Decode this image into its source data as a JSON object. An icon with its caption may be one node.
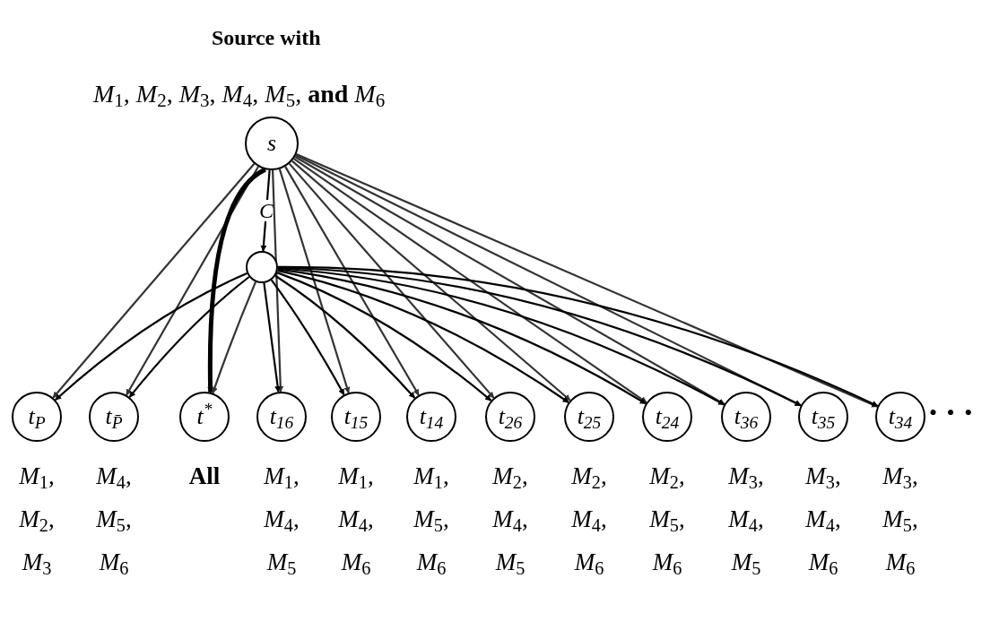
{
  "diagram": {
    "title": "Source with",
    "nodes": [
      {
        "text": [
          "s"
        ]
      },
      {
        "text": [],
        "shape": "circle"
      },
      {
        "text": [
          "t$_{P}$"
        ],
        "beside": [
          "*M*$_{1}$, *M*$_{2}$, *M*$_{3}$"
        ]
      },
      {
        "text": [
          "t$_{P̄}$"
        ],
        "beside": [
          "*M*$_{4}$, *M*$_{5}$, *M*$_{6}$"
        ]
      },
      {
        "text": [
          "t$^{*}$"
        ],
        "beside": [
          "**All**"
        ]
      },
      {
        "text": [
          "t$_{16}$"
        ],
        "beside": [
          "*M*$_{1}$, *M*$_{4}$, *M*$_{5}$"
        ]
      },
      {
        "text": [
          "t$_{15}$"
        ],
        "beside": [
          "*M*$_{1}$, *M*$_{4}$, *M*$_{6}$"
        ]
      },
      {
        "text": [
          "t$_{14}$"
        ],
        "beside": [
          "*M*$_{1}$, *M*$_{5}$, *M*$_{6}$"
        ]
      },
      {
        "text": [
          "t$_{26}$"
        ],
        "beside": [
          "*M*$_{2}$, *M*$_{4}$, *M*$_{5}$"
        ]
      },
      {
        "text": [
          "t$_{25}$"
        ],
        "beside": [
          "*M*$_{2}$, *M*$_{4}$, *M*$_{6}$"
        ]
      },
      {
        "text": [
          "t$_{24}$"
        ],
        "beside": [
          "*M*$_{2}$, *M*$_{5}$, *M*$_{6}$"
        ]
      },
      {
        "text": [
          "t$_{36}$"
        ],
        "beside": [
          "*M*$_{3}$, *M*$_{4}$, *M*$_{5}$"
        ]
      },
      {
        "text": [
          "t$_{35}$"
        ],
        "beside": [
          "*M*$_{3}$, *M*$_{4}$, *M*$_{6}$"
        ]
      },
      {
        "text": [
          "t$_{34}$"
        ],
        "beside": [
          "*M*$_{3}$, *M*$_{5}$, *M*$_{6}$"
        ]
      }
    ],
    "edges": [
      {
        "from": 0,
        "to": 1,
        "arrow": "to",
        "label": "C"
      },
      {
        "from": 0,
        "to": 2,
        "arrow": "to",
        "color": "#333333"
      },
      {
        "from": 0,
        "to": 3,
        "arrow": "to",
        "color": "#333333"
      },
      {
        "from": 0,
        "to": 4,
        "arrow": "to",
        "style": "thick"
      },
      {
        "from": 0,
        "to": 5,
        "arrow": "to",
        "color": "#333333"
      },
      {
        "from": 0,
        "to": 6,
        "arrow": "to",
        "color": "#333333"
      },
      {
        "from": 0,
        "to": 7,
        "arrow": "to",
        "color": "#333333"
      },
      {
        "from": 0,
        "to": 8,
        "arrow": "to",
        "color": "#333333"
      },
      {
        "from": 0,
        "to": 9,
        "arrow": "to",
        "color": "#333333"
      },
      {
        "from": 0,
        "to": 10,
        "arrow": "to",
        "color": "#333333"
      },
      {
        "from": 0,
        "to": 11,
        "arrow": "to",
        "color": "#333333"
      },
      {
        "from": 0,
        "to": 12,
        "arrow": "to",
        "color": "#333333"
      },
      {
        "from": 0,
        "to": 13,
        "arrow": "to",
        "color": "#333333"
      },
      {
        "from": 1,
        "to": 2,
        "arrow": "to"
      },
      {
        "from": 1,
        "to": 3,
        "arrow": "to"
      },
      {
        "from": 1,
        "to": 4,
        "arrow": "to",
        "color": "#333333"
      },
      {
        "from": 1,
        "to": 5,
        "arrow": "to"
      },
      {
        "from": 1,
        "to": 6,
        "arrow": "to"
      },
      {
        "from": 1,
        "to": 7,
        "arrow": "to"
      },
      {
        "from": 1,
        "to": 8,
        "arrow": "to"
      },
      {
        "from": 1,
        "to": 9,
        "arrow": "to"
      },
      {
        "from": 1,
        "to": 10,
        "arrow": "to"
      },
      {
        "from": 1,
        "to": 11,
        "arrow": "to"
      },
      {
        "from": 1,
        "to": 12,
        "arrow": "to"
      },
      {
        "from": 1,
        "to": 13,
        "arrow": "to"
      }
    ],
    "labels": [
      "*M*$_{1}$, *M*$_{2}$, *M*$_{3}$, *M*$_{4}$, *M*$_{5}$, **and** *M*$_{6}$",
      "• • •"
    ]
  }
}
